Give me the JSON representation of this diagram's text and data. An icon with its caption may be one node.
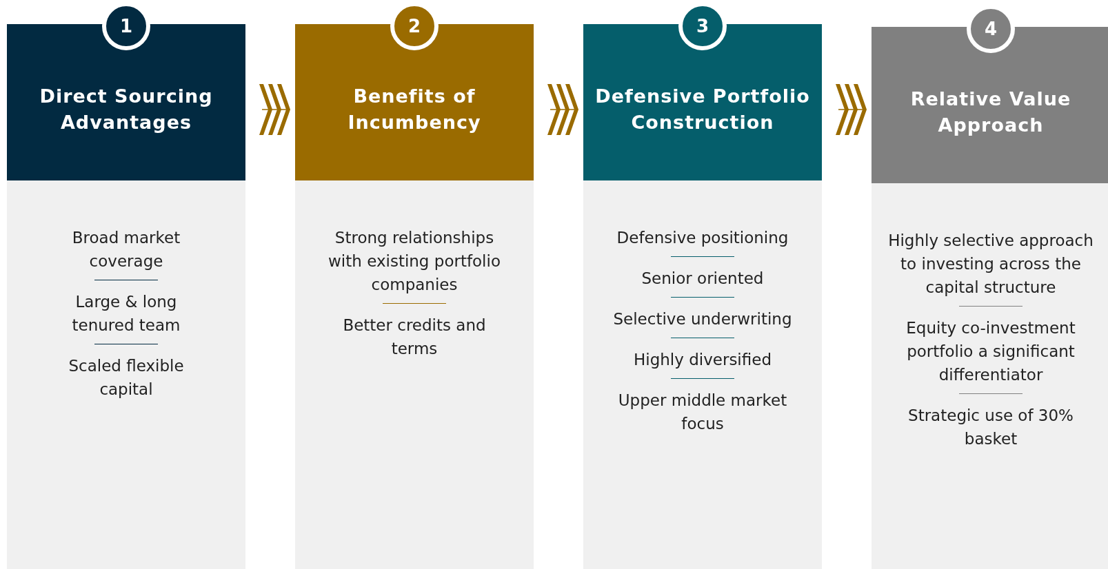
{
  "diagram": {
    "nodes": [
      {
        "text": [
          "1"
        ]
      },
      {
        "text": [
          "Direct Sourcing Advantages"
        ]
      },
      {
        "text": [
          "Broad market coverage",
          "Large & long tenured team",
          "Scaled flexible capital"
        ]
      },
      {
        "text": [
          "2"
        ]
      },
      {
        "text": [
          "Benefits of Incumbency"
        ]
      },
      {
        "text": [
          "Strong relationships with existing portfolio companies",
          "Better credits and terms"
        ]
      },
      {
        "text": [
          "3"
        ]
      },
      {
        "text": [
          "Defensive Portfolio Construction"
        ]
      },
      {
        "text": [
          "Defensive positioning",
          "Senior oriented",
          "Selective underwriting",
          "Highly diversified",
          "Upper middle market focus"
        ]
      },
      {
        "text": [
          "4"
        ]
      },
      {
        "text": [
          "Relative Value Approach"
        ]
      },
      {
        "text": [
          "Highly selective approach to investing across the capital structure",
          "Equity co-investment portfolio a significant differentiator",
          "Strategic use of 30% basket"
        ]
      }
    ],
    "edges": [
      {
        "from": 1,
        "to": 4,
        "arrow": "to"
      },
      {
        "from": 4,
        "to": 7,
        "arrow": "to"
      },
      {
        "from": 7,
        "to": 10,
        "arrow": "to"
      }
    ]
  }
}
